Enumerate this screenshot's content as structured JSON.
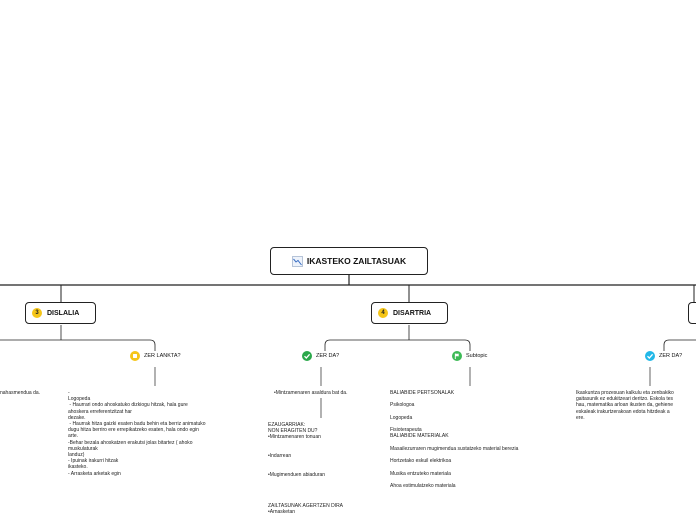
{
  "central": {
    "title": "IKASTEKO ZAILTASUAK",
    "icon": "chart-icon"
  },
  "main_topics": [
    {
      "number": "3",
      "label": "DISLALIA"
    },
    {
      "number": "4",
      "label": "DISARTRIA"
    }
  ],
  "subtopics": {
    "zer_lankta": "ZER LANKTA?",
    "zer_da": "ZER DA?",
    "subtopic": "Subtopic",
    "zer_da_right": "ZER DA?"
  },
  "texts": {
    "left_fragment": "nahasmendua da.",
    "dislalia_lankta": "-\nLogopeda\n - Haurrari ondo ahoskatuko dizkiogu hitzak, hala gure\nahoskera erreferentzitzat har\ndezake.\n - Haurrak hitza gaizki esaten badu behin eta berriz animatuko\ndugu hitza berriro ere errepikatzeko esaten, hala ondo egin\narte.\n-Behar bezala ahoskatzen erakutsi jolas bitartez ( ahoko\nmuskulaturak\nlanduz)\n- Ipuinak irakurri hitzak\nikasteko.\n- Arrasketa arketak egin",
    "disartria_da": "•Mintzamenaren asaldura bat da.",
    "disartria_ezaugarriak": "EZAUGARRIAK:\nNON ERAGITEN DU?\n•Mintzamenaren tonuan\n\n\n•Indarrean\n\n\n•Mugimenduen abiaduran\n\n\n\n\nZAILTASUNAK AGERTZEN DIRA\n•Arnasketan",
    "baliabide": "BALIABIDE PERTSONALAK\n\nPsikologoa\n\nLogopeda\n\nFisioterapeuta\nBALIABIDE MATERIALAK\n\nMasailezurraren mugimendua sustatzeko material berezia\n\nHortzetako eskuil elektrikoa\n\nMusika entzuteko materiala\n\nAhoa estimulatzeko materiala",
    "right_text": "Ikaskuntza prozesuan kalkulu eta zenbakiko\ngaitasunik ez edukitzeari deritzo. Eskola tes\nhau, matematika arloan ikusten da, gehiene\neskaleak irakurtzerakoan edota hitzdeak a\nere."
  },
  "colors": {
    "badge": "#f5c518",
    "check_green": "#2aa84a",
    "flag_green": "#3dba56",
    "check_cyan": "#22b8e8",
    "question_yellow": "#f5c518"
  }
}
